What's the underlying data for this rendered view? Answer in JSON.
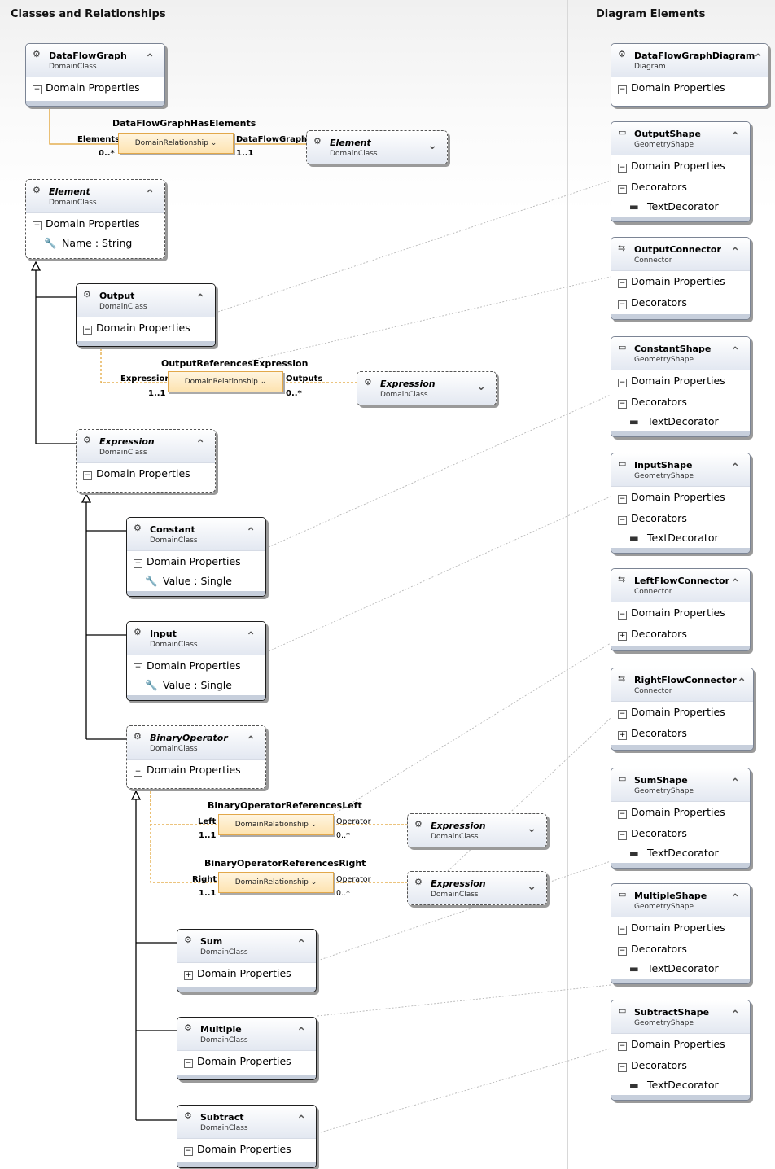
{
  "panels": {
    "left_title": "Classes and Relationships",
    "right_title": "Diagram Elements"
  },
  "classes": [
    {
      "name": "DataFlowGraph",
      "kind": "DomainClass",
      "rows": [
        {
          "label": "Domain Properties",
          "toggle": "minus"
        }
      ]
    },
    {
      "name": "Element",
      "kind": "DomainClass",
      "rows": [
        {
          "label": "Domain Properties",
          "toggle": "minus"
        },
        {
          "label": "Name : String",
          "glyph": "wrench-icon"
        }
      ]
    },
    {
      "name": "Output",
      "kind": "DomainClass",
      "rows": [
        {
          "label": "Domain Properties",
          "toggle": "minus"
        }
      ]
    },
    {
      "name": "Expression",
      "kind": "DomainClass",
      "rows": [
        {
          "label": "Domain Properties",
          "toggle": "minus"
        }
      ]
    },
    {
      "name": "Constant",
      "kind": "DomainClass",
      "rows": [
        {
          "label": "Domain Properties",
          "toggle": "minus"
        },
        {
          "label": "Value : Single",
          "glyph": "wrench-icon"
        }
      ]
    },
    {
      "name": "Input",
      "kind": "DomainClass",
      "rows": [
        {
          "label": "Domain Properties",
          "toggle": "minus"
        },
        {
          "label": "Value : Single",
          "glyph": "wrench-icon"
        }
      ]
    },
    {
      "name": "BinaryOperator",
      "kind": "DomainClass",
      "rows": [
        {
          "label": "Domain Properties",
          "toggle": "minus"
        }
      ]
    },
    {
      "name": "Sum",
      "kind": "DomainClass",
      "rows": [
        {
          "label": "Domain Properties",
          "toggle": "plus"
        }
      ]
    },
    {
      "name": "Multiple",
      "kind": "DomainClass",
      "rows": [
        {
          "label": "Domain Properties",
          "toggle": "minus"
        }
      ]
    },
    {
      "name": "Subtract",
      "kind": "DomainClass",
      "rows": [
        {
          "label": "Domain Properties",
          "toggle": "minus"
        }
      ]
    }
  ],
  "ref_classes": [
    {
      "name": "Element",
      "kind": "DomainClass"
    },
    {
      "name": "Expression",
      "kind": "DomainClass"
    },
    {
      "name": "Expression",
      "kind": "DomainClass"
    },
    {
      "name": "Expression",
      "kind": "DomainClass"
    }
  ],
  "relationships": [
    {
      "title": "DataFlowGraphHasElements",
      "box": "DomainRelationship",
      "source_role": "Elements",
      "source_mult": "0..*",
      "target_role": "DataFlowGraph",
      "target_mult": "1..1"
    },
    {
      "title": "OutputReferencesExpression",
      "box": "DomainRelationship",
      "source_role": "Expression",
      "source_mult": "1..1",
      "target_role": "Outputs",
      "target_mult": "0..*"
    },
    {
      "title": "BinaryOperatorReferencesLeft",
      "box": "DomainRelationship",
      "source_role": "Left",
      "source_mult": "1..1",
      "target_role": "Operator",
      "target_mult": "0..*"
    },
    {
      "title": "BinaryOperatorReferencesRight",
      "box": "DomainRelationship",
      "source_role": "Right",
      "source_mult": "1..1",
      "target_role": "Operator",
      "target_mult": "0..*"
    }
  ],
  "diagram_elements": [
    {
      "name": "DataFlowGraphDiagram",
      "kind": "Diagram",
      "rows": [
        {
          "label": "Domain Properties",
          "toggle": "minus"
        }
      ]
    },
    {
      "name": "OutputShape",
      "kind": "GeometryShape",
      "rows": [
        {
          "label": "Domain Properties",
          "toggle": "minus"
        },
        {
          "label": "Decorators",
          "toggle": "minus"
        },
        {
          "label": "TextDecorator",
          "glyph": "tag-icon"
        }
      ]
    },
    {
      "name": "OutputConnector",
      "kind": "Connector",
      "rows": [
        {
          "label": "Domain Properties",
          "toggle": "minus"
        },
        {
          "label": "Decorators",
          "toggle": "minus"
        }
      ]
    },
    {
      "name": "ConstantShape",
      "kind": "GeometryShape",
      "rows": [
        {
          "label": "Domain Properties",
          "toggle": "minus"
        },
        {
          "label": "Decorators",
          "toggle": "minus"
        },
        {
          "label": "TextDecorator",
          "glyph": "tag-icon"
        }
      ]
    },
    {
      "name": "InputShape",
      "kind": "GeometryShape",
      "rows": [
        {
          "label": "Domain Properties",
          "toggle": "minus"
        },
        {
          "label": "Decorators",
          "toggle": "minus"
        },
        {
          "label": "TextDecorator",
          "glyph": "tag-icon"
        }
      ]
    },
    {
      "name": "LeftFlowConnector",
      "kind": "Connector",
      "rows": [
        {
          "label": "Domain Properties",
          "toggle": "minus"
        },
        {
          "label": "Decorators",
          "toggle": "plus"
        }
      ]
    },
    {
      "name": "RightFlowConnector",
      "kind": "Connector",
      "rows": [
        {
          "label": "Domain Properties",
          "toggle": "minus"
        },
        {
          "label": "Decorators",
          "toggle": "plus"
        }
      ]
    },
    {
      "name": "SumShape",
      "kind": "GeometryShape",
      "rows": [
        {
          "label": "Domain Properties",
          "toggle": "minus"
        },
        {
          "label": "Decorators",
          "toggle": "minus"
        },
        {
          "label": "TextDecorator",
          "glyph": "tag-icon"
        }
      ]
    },
    {
      "name": "MultipleShape",
      "kind": "GeometryShape",
      "rows": [
        {
          "label": "Domain Properties",
          "toggle": "minus"
        },
        {
          "label": "Decorators",
          "toggle": "minus"
        },
        {
          "label": "TextDecorator",
          "glyph": "tag-icon"
        }
      ]
    },
    {
      "name": "SubtractShape",
      "kind": "GeometryShape",
      "rows": [
        {
          "label": "Domain Properties",
          "toggle": "minus"
        },
        {
          "label": "Decorators",
          "toggle": "minus"
        },
        {
          "label": "TextDecorator",
          "glyph": "tag-icon"
        }
      ]
    }
  ],
  "colors": {
    "relationship_line": "#e0a030",
    "inheritance_line": "#000000",
    "mapping_line": "#b0b0b0"
  }
}
